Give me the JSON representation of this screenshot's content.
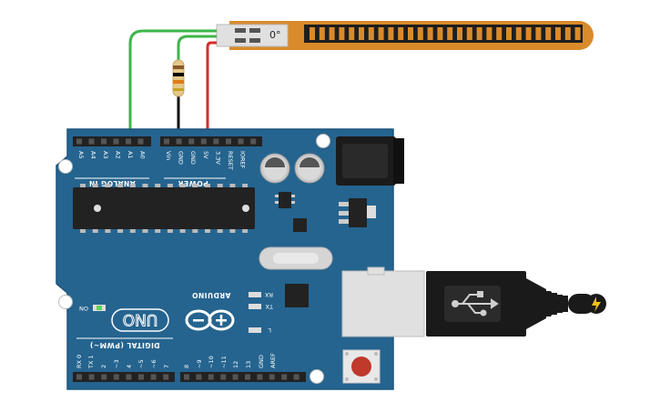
{
  "flex_sensor": {
    "angle_readout": "0°",
    "color": "#d98a2b"
  },
  "wires": {
    "ground": "#000000",
    "power": "#d62b2b",
    "signal": "#3db54a"
  },
  "board": {
    "color": "#25648f",
    "name": "UNO",
    "brand": "ARDUINO",
    "analog_header_title": "ANALOG IN",
    "analog_pins": [
      "A5",
      "A4",
      "A3",
      "A2",
      "A1",
      "A0"
    ],
    "power_header_title": "POWER",
    "power_pins": [
      "Vin",
      "GND",
      "GND",
      "5V",
      "3.3V",
      "RESET",
      "IOREF"
    ],
    "digital_header_title": "DIGITAL (PWM~)",
    "digital_pins": [
      "RX 0",
      "TX 1",
      "2",
      "~3",
      "4",
      "~5",
      "~6",
      "7",
      "8",
      "~9",
      "~10",
      "~11",
      "12",
      "13",
      "GND",
      "AREF"
    ],
    "leds": {
      "rx": "RX",
      "tx": "TX",
      "l": "L",
      "on": "ON"
    }
  },
  "resistor": {
    "bands": [
      "#8b5a2b",
      "#000000",
      "#e07b1a",
      "#c9a227"
    ]
  },
  "usb_cable": {
    "icon": "usb-icon",
    "plug_icon": "lightning-icon"
  }
}
